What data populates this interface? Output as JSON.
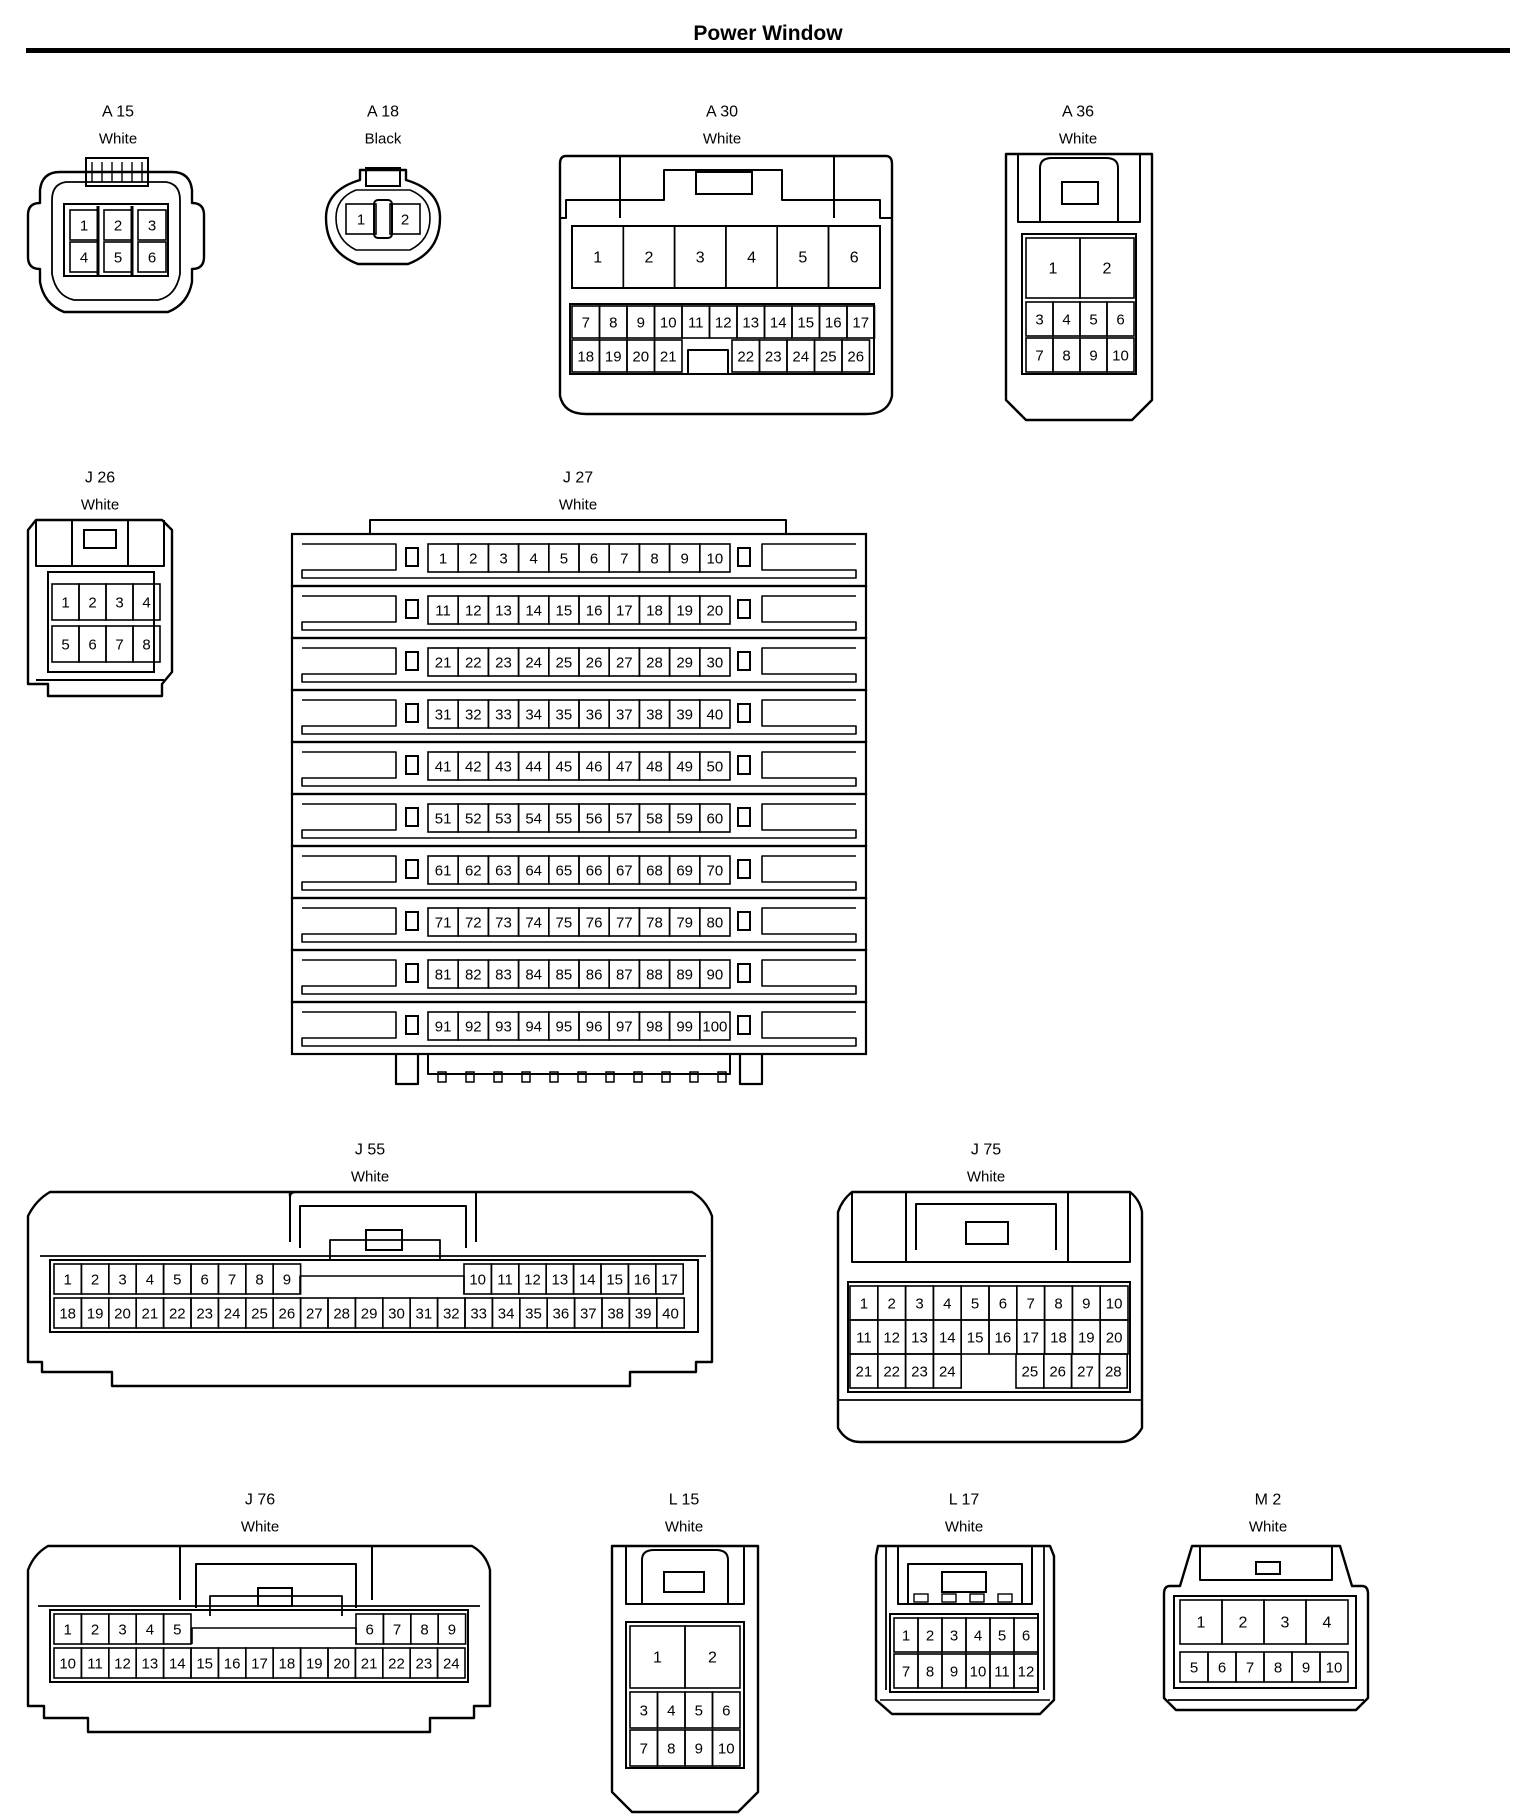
{
  "title": "Power Window",
  "connectors": [
    {
      "id": "A 15",
      "color": "White",
      "pins": [
        "1",
        "2",
        "3",
        "4",
        "5",
        "6"
      ]
    },
    {
      "id": "A 18",
      "color": "Black",
      "pins": [
        "1",
        "2"
      ]
    },
    {
      "id": "A 30",
      "color": "White",
      "pins": [
        "1",
        "2",
        "3",
        "4",
        "5",
        "6",
        "7",
        "8",
        "9",
        "10",
        "11",
        "12",
        "13",
        "14",
        "15",
        "16",
        "17",
        "18",
        "19",
        "20",
        "21",
        "22",
        "23",
        "24",
        "25",
        "26"
      ]
    },
    {
      "id": "A 36",
      "color": "White",
      "pins": [
        "1",
        "2",
        "3",
        "4",
        "5",
        "6",
        "7",
        "8",
        "9",
        "10"
      ]
    },
    {
      "id": "J 26",
      "color": "White",
      "pins": [
        "1",
        "2",
        "3",
        "4",
        "5",
        "6",
        "7",
        "8"
      ]
    },
    {
      "id": "J 27",
      "color": "White",
      "pins": [
        "1",
        "2",
        "3",
        "4",
        "5",
        "6",
        "7",
        "8",
        "9",
        "10",
        "11",
        "12",
        "13",
        "14",
        "15",
        "16",
        "17",
        "18",
        "19",
        "20",
        "21",
        "22",
        "23",
        "24",
        "25",
        "26",
        "27",
        "28",
        "29",
        "30",
        "31",
        "32",
        "33",
        "34",
        "35",
        "36",
        "37",
        "38",
        "39",
        "40",
        "41",
        "42",
        "43",
        "44",
        "45",
        "46",
        "47",
        "48",
        "49",
        "50",
        "51",
        "52",
        "53",
        "54",
        "55",
        "56",
        "57",
        "58",
        "59",
        "60",
        "61",
        "62",
        "63",
        "64",
        "65",
        "66",
        "67",
        "68",
        "69",
        "70",
        "71",
        "72",
        "73",
        "74",
        "75",
        "76",
        "77",
        "78",
        "79",
        "80",
        "81",
        "82",
        "83",
        "84",
        "85",
        "86",
        "87",
        "88",
        "89",
        "90",
        "91",
        "92",
        "93",
        "94",
        "95",
        "96",
        "97",
        "98",
        "99",
        "100"
      ]
    },
    {
      "id": "J 55",
      "color": "White",
      "pins": [
        "1",
        "2",
        "3",
        "4",
        "5",
        "6",
        "7",
        "8",
        "9",
        "10",
        "11",
        "12",
        "13",
        "14",
        "15",
        "16",
        "17",
        "18",
        "19",
        "20",
        "21",
        "22",
        "23",
        "24",
        "25",
        "26",
        "27",
        "28",
        "29",
        "30",
        "31",
        "32",
        "33",
        "34",
        "35",
        "36",
        "37",
        "38",
        "39",
        "40"
      ]
    },
    {
      "id": "J 75",
      "color": "White",
      "pins": [
        "1",
        "2",
        "3",
        "4",
        "5",
        "6",
        "7",
        "8",
        "9",
        "10",
        "11",
        "12",
        "13",
        "14",
        "15",
        "16",
        "17",
        "18",
        "19",
        "20",
        "21",
        "22",
        "23",
        "24",
        "25",
        "26",
        "27",
        "28"
      ]
    },
    {
      "id": "J 76",
      "color": "White",
      "pins": [
        "1",
        "2",
        "3",
        "4",
        "5",
        "6",
        "7",
        "8",
        "9",
        "10",
        "11",
        "12",
        "13",
        "14",
        "15",
        "16",
        "17",
        "18",
        "19",
        "20",
        "21",
        "22",
        "23",
        "24"
      ]
    },
    {
      "id": "L 15",
      "color": "White",
      "pins": [
        "1",
        "2",
        "3",
        "4",
        "5",
        "6",
        "7",
        "8",
        "9",
        "10"
      ]
    },
    {
      "id": "L 17",
      "color": "White",
      "pins": [
        "1",
        "2",
        "3",
        "4",
        "5",
        "6",
        "7",
        "8",
        "9",
        "10",
        "11",
        "12"
      ]
    },
    {
      "id": "M 2",
      "color": "White",
      "pins": [
        "1",
        "2",
        "3",
        "4",
        "5",
        "6",
        "7",
        "8",
        "9",
        "10"
      ]
    }
  ]
}
